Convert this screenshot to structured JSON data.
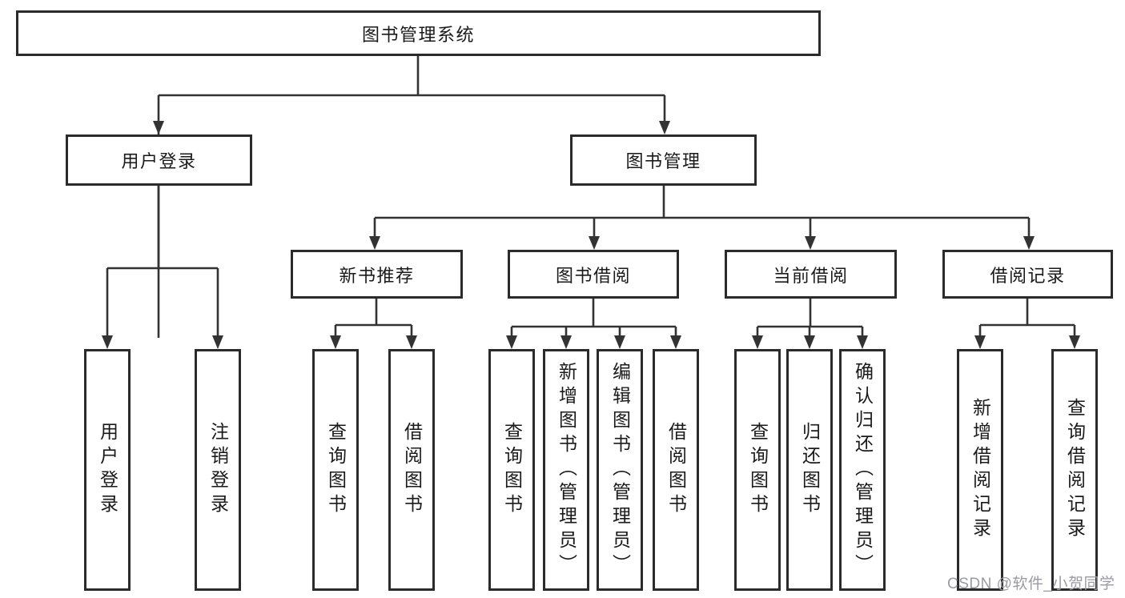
{
  "diagram": {
    "root": {
      "label": "图书管理系统"
    },
    "branches": [
      {
        "label": "用户登录",
        "children": [
          {
            "label": "用户登录"
          },
          {
            "label": "注销登录"
          }
        ]
      },
      {
        "label": "图书管理",
        "children": [
          {
            "label": "新书推荐",
            "children": [
              {
                "label": "查询图书"
              },
              {
                "label": "借阅图书"
              }
            ]
          },
          {
            "label": "图书借阅",
            "children": [
              {
                "label": "查询图书"
              },
              {
                "label": "新增图书（管理员）"
              },
              {
                "label": "编辑图书（管理员）"
              },
              {
                "label": "借阅图书"
              }
            ]
          },
          {
            "label": "当前借阅",
            "children": [
              {
                "label": "查询图书"
              },
              {
                "label": "归还图书"
              },
              {
                "label": "确认归还（管理员）"
              }
            ]
          },
          {
            "label": "借阅记录",
            "children": [
              {
                "label": "新增借阅记录"
              },
              {
                "label": "查询借阅记录"
              }
            ]
          }
        ]
      }
    ]
  },
  "watermark": {
    "text": "CSDN @软件_小贺同学"
  },
  "colors": {
    "line": "#333333",
    "border": "#2b2b2b",
    "text": "#1a1a1a",
    "watermark": "#9a9aa2",
    "background": "#ffffff"
  }
}
